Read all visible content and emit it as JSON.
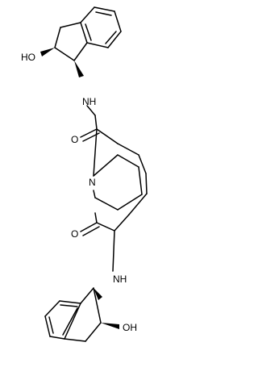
{
  "structure": {
    "atom_labels": {
      "hydroxy_top": "HO",
      "amide_nh_top": "NH",
      "carbonyl_o_top": "O",
      "pyridine_n": "N",
      "carbonyl_o_bottom": "O",
      "amide_nh_bottom": "NH",
      "hydroxy_bottom": "OH"
    }
  },
  "colors": {
    "bond": "#000000",
    "background": "#ffffff"
  }
}
